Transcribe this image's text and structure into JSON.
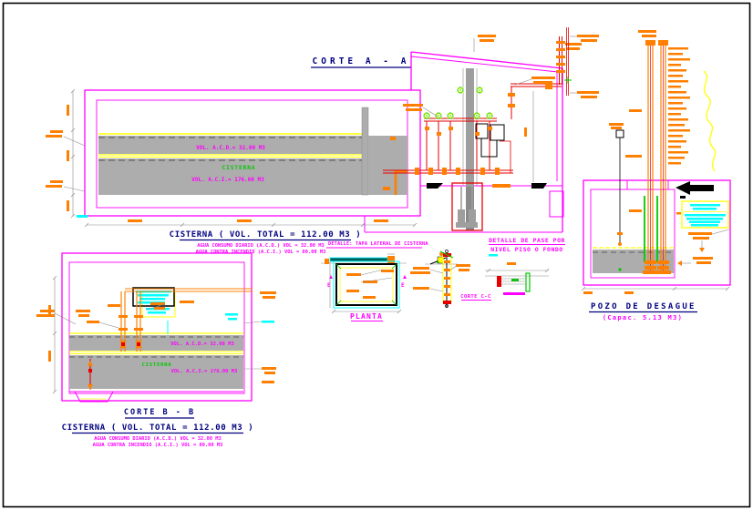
{
  "drawing": {
    "corte_a": {
      "title": "CORTE A - A",
      "label": "CISTERNA ( VOL. TOTAL = 112.00 M3 )",
      "note_acd": "AGUA CONSUMO DIARIO (A.C.D.) VOL = 32.00 M3",
      "note_aci": "AGUA CONTRA INCENDIO (A.C.I.) VOL = 80.00 M3",
      "tank_top_volume": "VOL. A.C.D.= 32.00 M3",
      "tank_name": "CISTERNA",
      "tank_bottom_volume": "VOL. A.C.I.= 176.00 M3"
    },
    "corte_b": {
      "title": "CORTE B - B",
      "label": "CISTERNA ( VOL. TOTAL = 112.00 M3 )",
      "note_acd": "AGUA CONSUMO DIARIO (A.C.D.) VOL = 32.00 M3",
      "note_aci": "AGUA CONTRA INCENDIO (A.C.I.) VOL = 80.00 M3",
      "tank_top_volume": "VOL. A.C.D.= 32.00 M3",
      "tank_name": "CISTERNA",
      "tank_bottom_volume": "VOL. A.C.I.= 176.00 M3"
    },
    "details": {
      "tapa_lateral_title": "DETALLE: TAPA LATERAL DE CISTERNA",
      "planta_title": "PLANTA",
      "corte_cc_title": "CORTE C-C",
      "pase_title_line1": "DETALLE DE PASE POR",
      "pase_title_line2": "NIVEL PISO O FONDO"
    },
    "pozo": {
      "title": "POZO DE DESAGUE",
      "capacity": "(Capac. 5.13 M3)"
    }
  },
  "colors": {
    "magenta": "#FF00FF",
    "orange": "#FF8000",
    "red": "#E60000",
    "yellow": "#FFFF00",
    "green": "#00C800",
    "cyan": "#00FFFF",
    "navy_title": "#00007F",
    "gray_fill": "#ADADAD",
    "gray_line": "#8A8A8A",
    "black": "#000000",
    "background": "#FFFFFF"
  }
}
